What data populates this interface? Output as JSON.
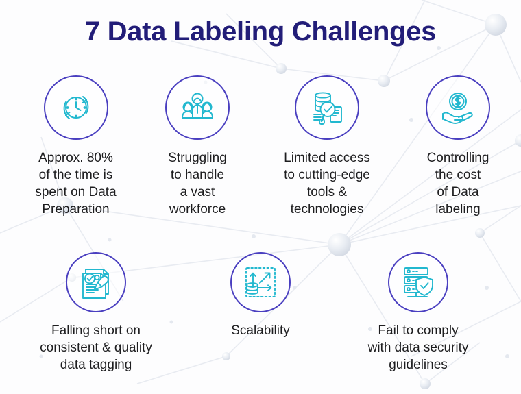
{
  "title": "7 Data Labeling Challenges",
  "colors": {
    "title": "#221d78",
    "ring": "#4a3fc0",
    "icon_teal": "#22b8cf",
    "icon_teal_dark": "#1aa3b8",
    "label_text": "#1d1d1f",
    "background": "#fdfdfe",
    "network_line": "#e7eaf0",
    "network_node": "#dde2ea"
  },
  "items": [
    {
      "index": 1,
      "icon": "clock-refresh-icon",
      "label": "Approx. 80%\nof the time is\nspent on Data\nPreparation"
    },
    {
      "index": 2,
      "icon": "team-people-icon",
      "label": "Struggling\nto handle\na vast\nworkforce"
    },
    {
      "index": 3,
      "icon": "database-search-check-icon",
      "label": "Limited access\nto cutting-edge\ntools &\ntechnologies"
    },
    {
      "index": 4,
      "icon": "hand-holding-coin-icon",
      "label": "Controlling\nthe cost\nof Data\nlabeling"
    },
    {
      "index": 5,
      "icon": "document-stamp-check-icon",
      "label": "Falling short on\nconsistent & quality\ndata tagging"
    },
    {
      "index": 6,
      "icon": "database-scale-arrows-icon",
      "label": "Scalability"
    },
    {
      "index": 7,
      "icon": "server-shield-check-icon",
      "label": "Fail to comply\nwith data security\nguidelines"
    }
  ]
}
